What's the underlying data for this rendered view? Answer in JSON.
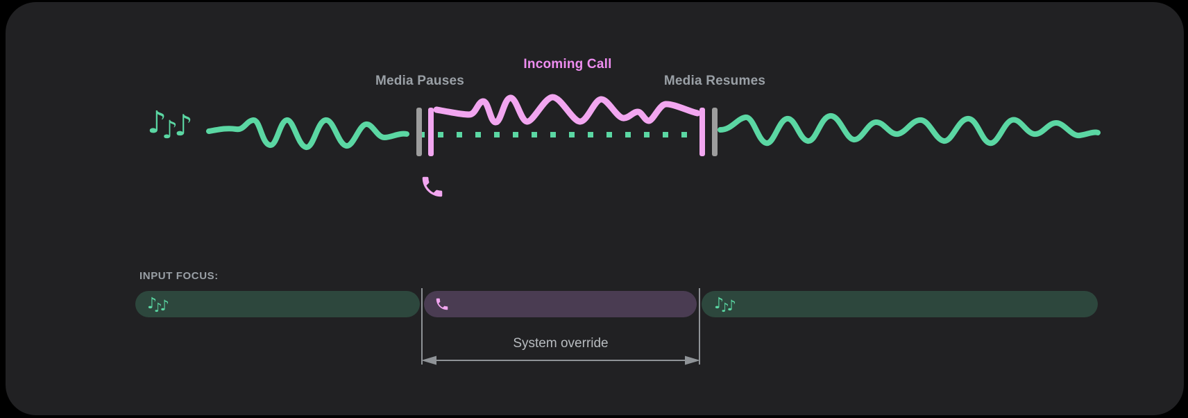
{
  "colors": {
    "page_bg": "#000000",
    "panel_bg": "#212123",
    "media_green": "#5bd7a3",
    "call_pink": "#f2a6f0",
    "call_pink_text": "#ee8df0",
    "pill_green": "#2d473d",
    "pill_purple": "#4a3c52",
    "marker_gray": "#9d9d9d",
    "label_gray": "#9aa0a6",
    "guide_gray": "#8f9397",
    "override_gray": "#b8bcc0"
  },
  "icons": {
    "note_glyph": "♪",
    "music": "music-notes-icon",
    "phone": "phone-icon",
    "pause_markers": "pause-marker-bars",
    "resume_markers": "resume-marker-bars"
  },
  "timeline": {
    "media_pauses_label": "Media Pauses",
    "incoming_call_label": "Incoming Call",
    "media_resumes_label": "Media Resumes"
  },
  "input_focus": {
    "heading": "INPUT FOCUS:",
    "annotation": "System override",
    "segments": [
      {
        "name": "media-before-call",
        "kind": "media",
        "icon": "music-notes-icon"
      },
      {
        "name": "incoming-call",
        "kind": "call",
        "icon": "phone-icon"
      },
      {
        "name": "media-after-call",
        "kind": "media",
        "icon": "music-notes-icon"
      }
    ]
  }
}
